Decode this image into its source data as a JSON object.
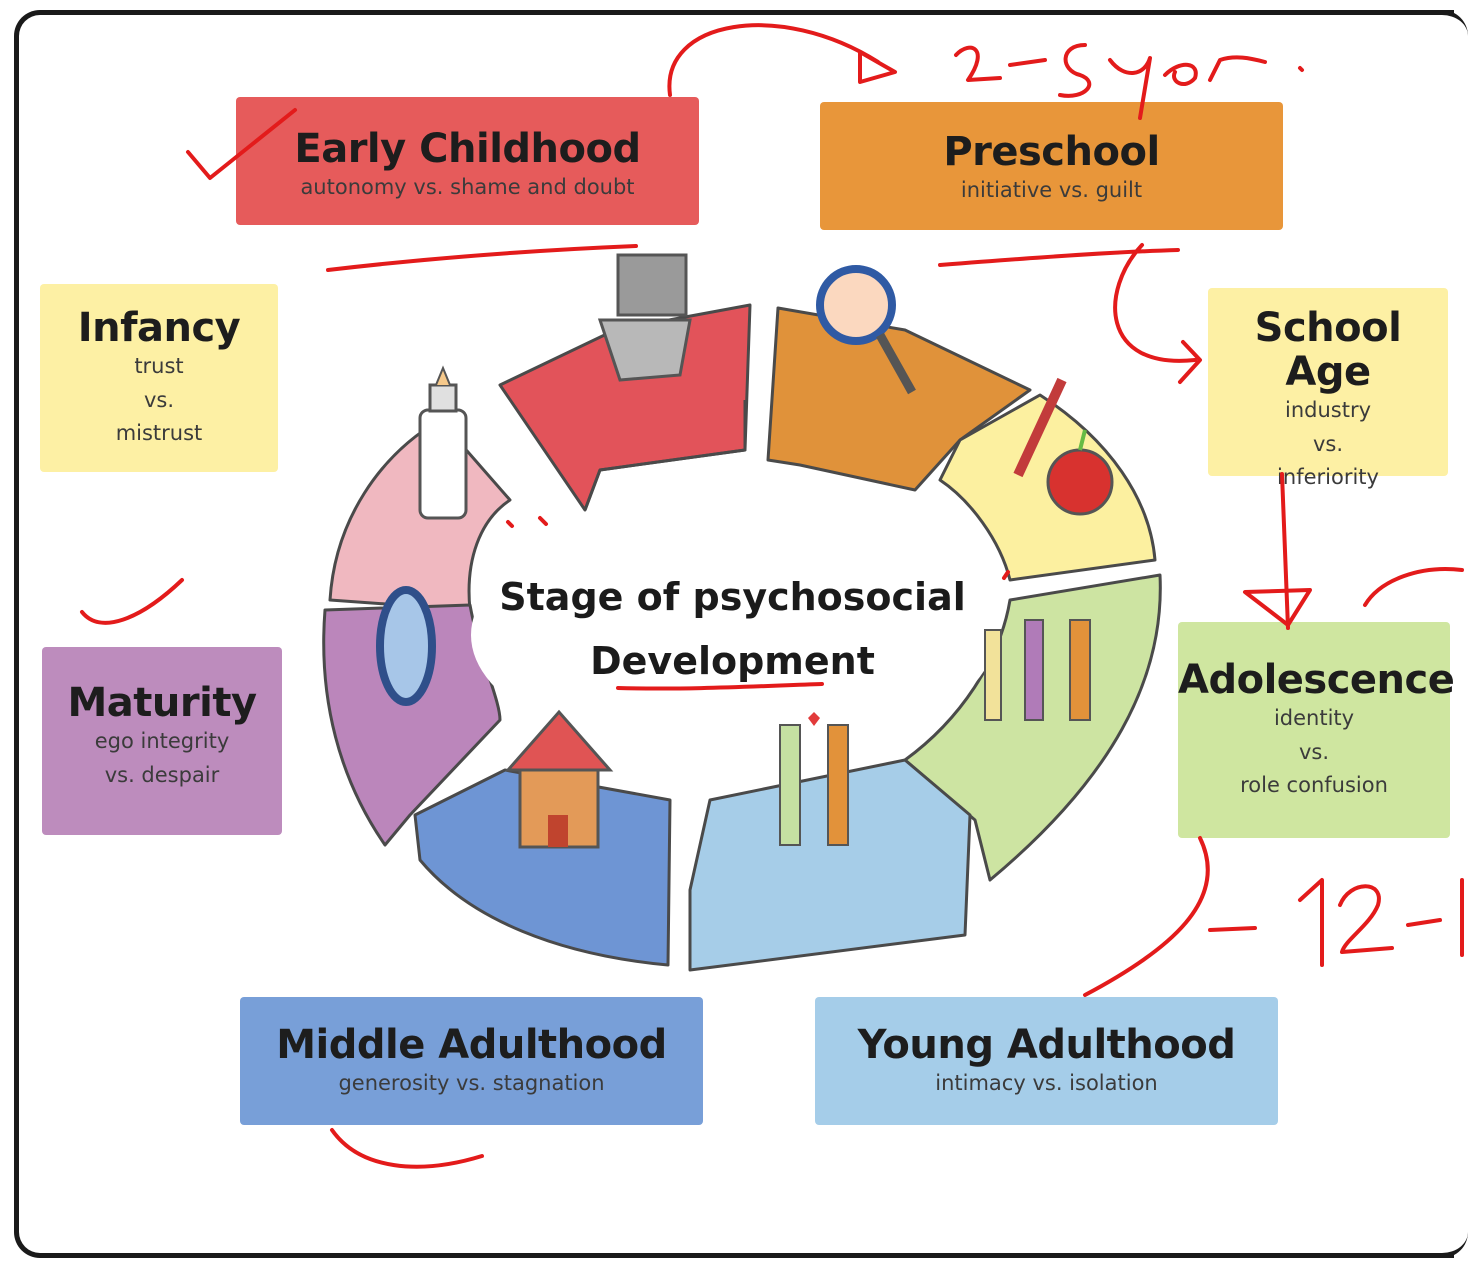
{
  "diagram": {
    "center_line1": "Stage of psychosocial",
    "center_line2": "Development",
    "stages": [
      {
        "id": "infancy",
        "title": "Infancy",
        "sub1": "trust",
        "sub2": "vs.",
        "sub3": "mistrust",
        "color": "#fdf0a4"
      },
      {
        "id": "early-childhood",
        "title": "Early Childhood",
        "sub1": "autonomy vs. shame and doubt",
        "color": "#e65b5b"
      },
      {
        "id": "preschool",
        "title": "Preschool",
        "sub1": "initiative vs. guilt",
        "color": "#e8963a"
      },
      {
        "id": "school-age",
        "title": "School Age",
        "sub1": "industry",
        "sub2": "vs.",
        "sub3": "inferiority",
        "color": "#fdf0a4"
      },
      {
        "id": "adolescence",
        "title": "Adolescence",
        "sub1": "identity",
        "sub2": "vs.",
        "sub3": "role confusion",
        "color": "#cfe6a0"
      },
      {
        "id": "young-adulthood",
        "title": "Young Adulthood",
        "sub1": "intimacy vs. isolation",
        "color": "#a5cde9"
      },
      {
        "id": "middle-adulthood",
        "title": "Middle Adulthood",
        "sub1": "generosity vs. stagnation",
        "color": "#789fd8"
      },
      {
        "id": "maturity",
        "title": "Maturity",
        "sub1": "ego integrity",
        "sub2": "vs. despair",
        "color": "#bd8cbd"
      }
    ]
  },
  "annotations": {
    "preschool_age": "2-5 year.",
    "adolescence_age": "12-1",
    "ink_color": "#e31b1b"
  }
}
